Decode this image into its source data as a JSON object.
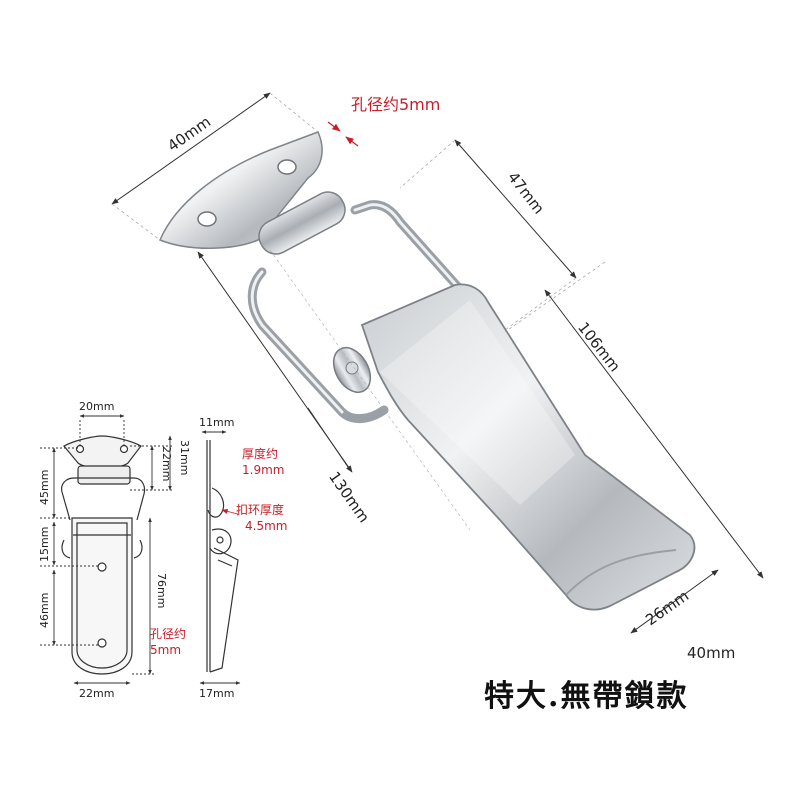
{
  "labels": {
    "width_top": "40mm",
    "hole_top": "孔径约5mm",
    "len_47": "47mm",
    "len_106": "106mm",
    "len_130": "130mm",
    "width_26": "26mm",
    "width_bottom": "40mm",
    "title": "特大.無帶鎖款"
  },
  "drawing": {
    "d20": "20mm",
    "d31": "31mm",
    "d22": "22mm",
    "d45": "45mm",
    "d15": "15mm",
    "d46": "46mm",
    "d76": "76mm",
    "d22b": "22mm",
    "hole": "孔径约",
    "hole_val": "5mm",
    "d11": "11mm",
    "thick": "厚度约",
    "thick_val": "1.9mm",
    "ring": "扣环厚度",
    "ring_val": "4.5mm",
    "d17": "17mm"
  },
  "colors": {
    "accent_red": "#c81e2a",
    "metal_light": "#e9ebee",
    "metal_dark": "#8f949a"
  }
}
